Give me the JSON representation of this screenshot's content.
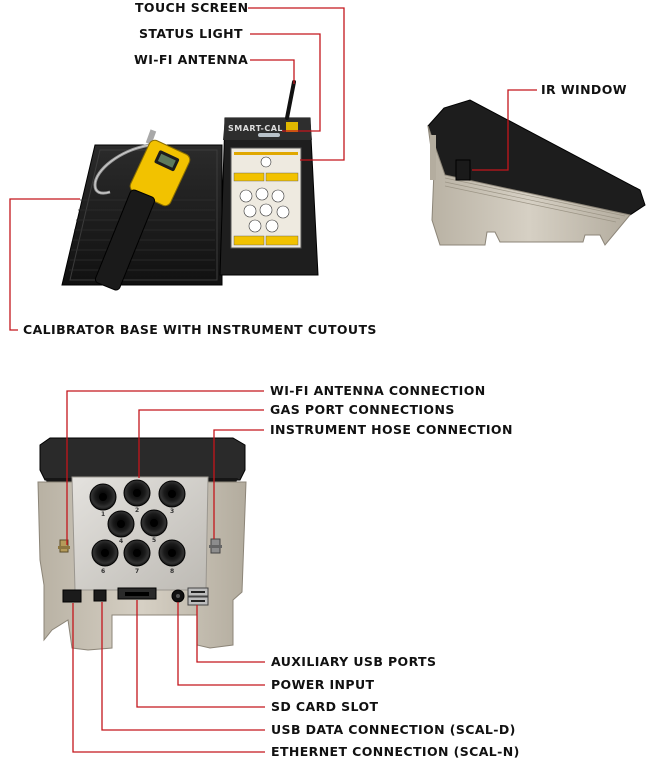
{
  "labels": {
    "touch_screen": "TOUCH SCREEN",
    "status_light": "STATUS LIGHT",
    "wifi_antenna": "WI-FI ANTENNA",
    "ir_window": "IR WINDOW",
    "calibrator_base": "CALIBRATOR BASE WITH INSTRUMENT CUTOUTS",
    "wifi_antenna_connection": "WI-FI ANTENNA CONNECTION",
    "gas_port_connections": "GAS PORT CONNECTIONS",
    "instrument_hose_connection": "INSTRUMENT HOSE CONNECTION",
    "auxiliary_usb_ports": "AUXILIARY USB PORTS",
    "power_input": "POWER INPUT",
    "sd_card_slot": "SD CARD SLOT",
    "usb_data_connection": "USB DATA CONNECTION (SCAL-D)",
    "ethernet_connection": "ETHERNET CONNECTION (SCAL-N)"
  },
  "device": {
    "brand": "SMART-CAL",
    "gas_port_numbers": [
      "1",
      "2",
      "3",
      "4",
      "5",
      "6",
      "7",
      "8"
    ]
  },
  "colors": {
    "leader_line": "#c4161c",
    "device_body": "#222222",
    "housing": "#c9c3b6",
    "panel": "#d2d0cc",
    "instrument": "#f2c200"
  }
}
